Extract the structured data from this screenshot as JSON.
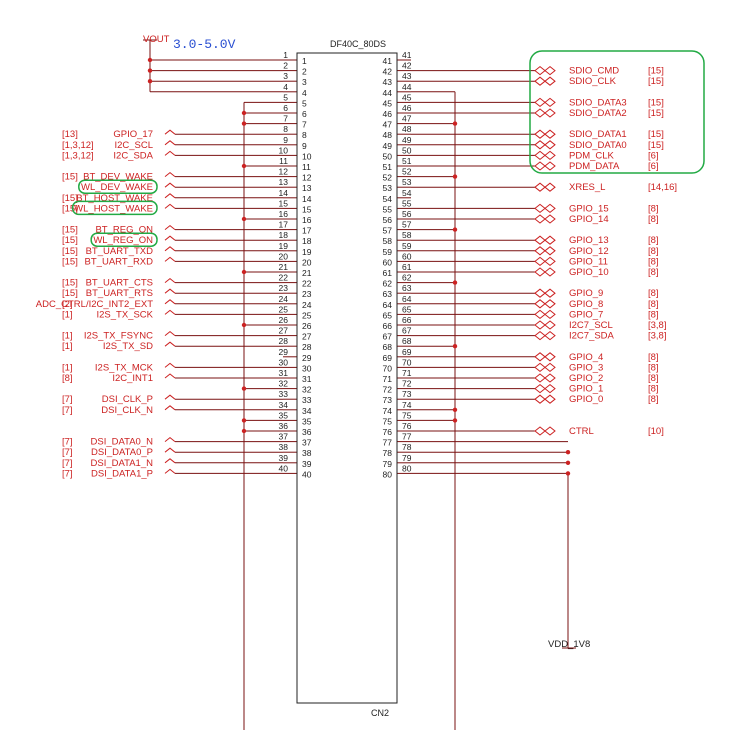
{
  "component": {
    "part": "DF40C_80DS",
    "ref": "CN2"
  },
  "power": {
    "vout_name": "VOUT",
    "vout_range": "3.0-5.0V",
    "vdd_name": "VDD_1V8"
  },
  "left_signals": [
    {
      "pin": 8,
      "net": "GPIO_17",
      "ref": "[13]"
    },
    {
      "pin": 9,
      "net": "I2C_SCL",
      "ref": "[1,3,12]"
    },
    {
      "pin": 10,
      "net": "I2C_SDA",
      "ref": "[1,3,12]"
    },
    {
      "pin": 12,
      "net": "BT_DEV_WAKE",
      "ref": "[15]"
    },
    {
      "pin": 13,
      "net": "WL_DEV_WAKE",
      "ref": "",
      "highlight": true
    },
    {
      "pin": 14,
      "net": "BT_HOST_WAKE",
      "ref": "[15]"
    },
    {
      "pin": 15,
      "net": "WL_HOST_WAKE",
      "ref": "[15]",
      "highlight": true
    },
    {
      "pin": 17,
      "net": "BT_REG_ON",
      "ref": "[15]"
    },
    {
      "pin": 18,
      "net": "WL_REG_ON",
      "ref": "[15]",
      "highlight": true
    },
    {
      "pin": 19,
      "net": "BT_UART_TXD",
      "ref": "[15]"
    },
    {
      "pin": 20,
      "net": "BT_UART_RXD",
      "ref": "[15]"
    },
    {
      "pin": 22,
      "net": "BT_UART_CTS",
      "ref": "[15]"
    },
    {
      "pin": 23,
      "net": "BT_UART_RTS",
      "ref": "[15]"
    },
    {
      "pin": 24,
      "net": "ADC_CTRL/I2C_INT2_EXT",
      "ref": "[2]"
    },
    {
      "pin": 25,
      "net": "I2S_TX_SCK",
      "ref": "[1]"
    },
    {
      "pin": 27,
      "net": "I2S_TX_FSYNC",
      "ref": "[1]"
    },
    {
      "pin": 28,
      "net": "I2S_TX_SD",
      "ref": "[1]"
    },
    {
      "pin": 30,
      "net": "I2S_TX_MCK",
      "ref": "[1]"
    },
    {
      "pin": 31,
      "net": "I2C_INT1",
      "ref": "[8]"
    },
    {
      "pin": 33,
      "net": "DSI_CLK_P",
      "ref": "[7]"
    },
    {
      "pin": 34,
      "net": "DSI_CLK_N",
      "ref": "[7]"
    },
    {
      "pin": 37,
      "net": "DSI_DATA0_N",
      "ref": "[7]"
    },
    {
      "pin": 38,
      "net": "DSI_DATA0_P",
      "ref": "[7]"
    },
    {
      "pin": 39,
      "net": "DSI_DATA1_N",
      "ref": "[7]"
    },
    {
      "pin": 40,
      "net": "DSI_DATA1_P",
      "ref": "[7]"
    }
  ],
  "right_signals": [
    {
      "pin": 42,
      "net": "SDIO_CMD",
      "ref": "[15]"
    },
    {
      "pin": 43,
      "net": "SDIO_CLK",
      "ref": "[15]"
    },
    {
      "pin": 45,
      "net": "SDIO_DATA3",
      "ref": "[15]"
    },
    {
      "pin": 46,
      "net": "SDIO_DATA2",
      "ref": "[15]"
    },
    {
      "pin": 48,
      "net": "SDIO_DATA1",
      "ref": "[15]"
    },
    {
      "pin": 49,
      "net": "SDIO_DATA0",
      "ref": "[15]"
    },
    {
      "pin": 50,
      "net": "PDM_CLK",
      "ref": "[6]"
    },
    {
      "pin": 51,
      "net": "PDM_DATA",
      "ref": "[6]"
    },
    {
      "pin": 53,
      "net": "XRES_L",
      "ref": "[14,16]"
    },
    {
      "pin": 55,
      "net": "GPIO_15",
      "ref": "[8]"
    },
    {
      "pin": 56,
      "net": "GPIO_14",
      "ref": "[8]"
    },
    {
      "pin": 58,
      "net": "GPIO_13",
      "ref": "[8]"
    },
    {
      "pin": 59,
      "net": "GPIO_12",
      "ref": "[8]"
    },
    {
      "pin": 60,
      "net": "GPIO_11",
      "ref": "[8]"
    },
    {
      "pin": 61,
      "net": "GPIO_10",
      "ref": "[8]"
    },
    {
      "pin": 63,
      "net": "GPIO_9",
      "ref": "[8]"
    },
    {
      "pin": 64,
      "net": "GPIO_8",
      "ref": "[8]"
    },
    {
      "pin": 65,
      "net": "GPIO_7",
      "ref": "[8]"
    },
    {
      "pin": 66,
      "net": "I2C7_SCL",
      "ref": "[3,8]"
    },
    {
      "pin": 67,
      "net": "I2C7_SDA",
      "ref": "[3,8]"
    },
    {
      "pin": 69,
      "net": "GPIO_4",
      "ref": "[8]"
    },
    {
      "pin": 70,
      "net": "GPIO_3",
      "ref": "[8]"
    },
    {
      "pin": 71,
      "net": "GPIO_2",
      "ref": "[8]"
    },
    {
      "pin": 72,
      "net": "GPIO_1",
      "ref": "[8]"
    },
    {
      "pin": 73,
      "net": "GPIO_0",
      "ref": "[8]"
    },
    {
      "pin": 76,
      "net": "CTRL",
      "ref": "[10]"
    }
  ]
}
